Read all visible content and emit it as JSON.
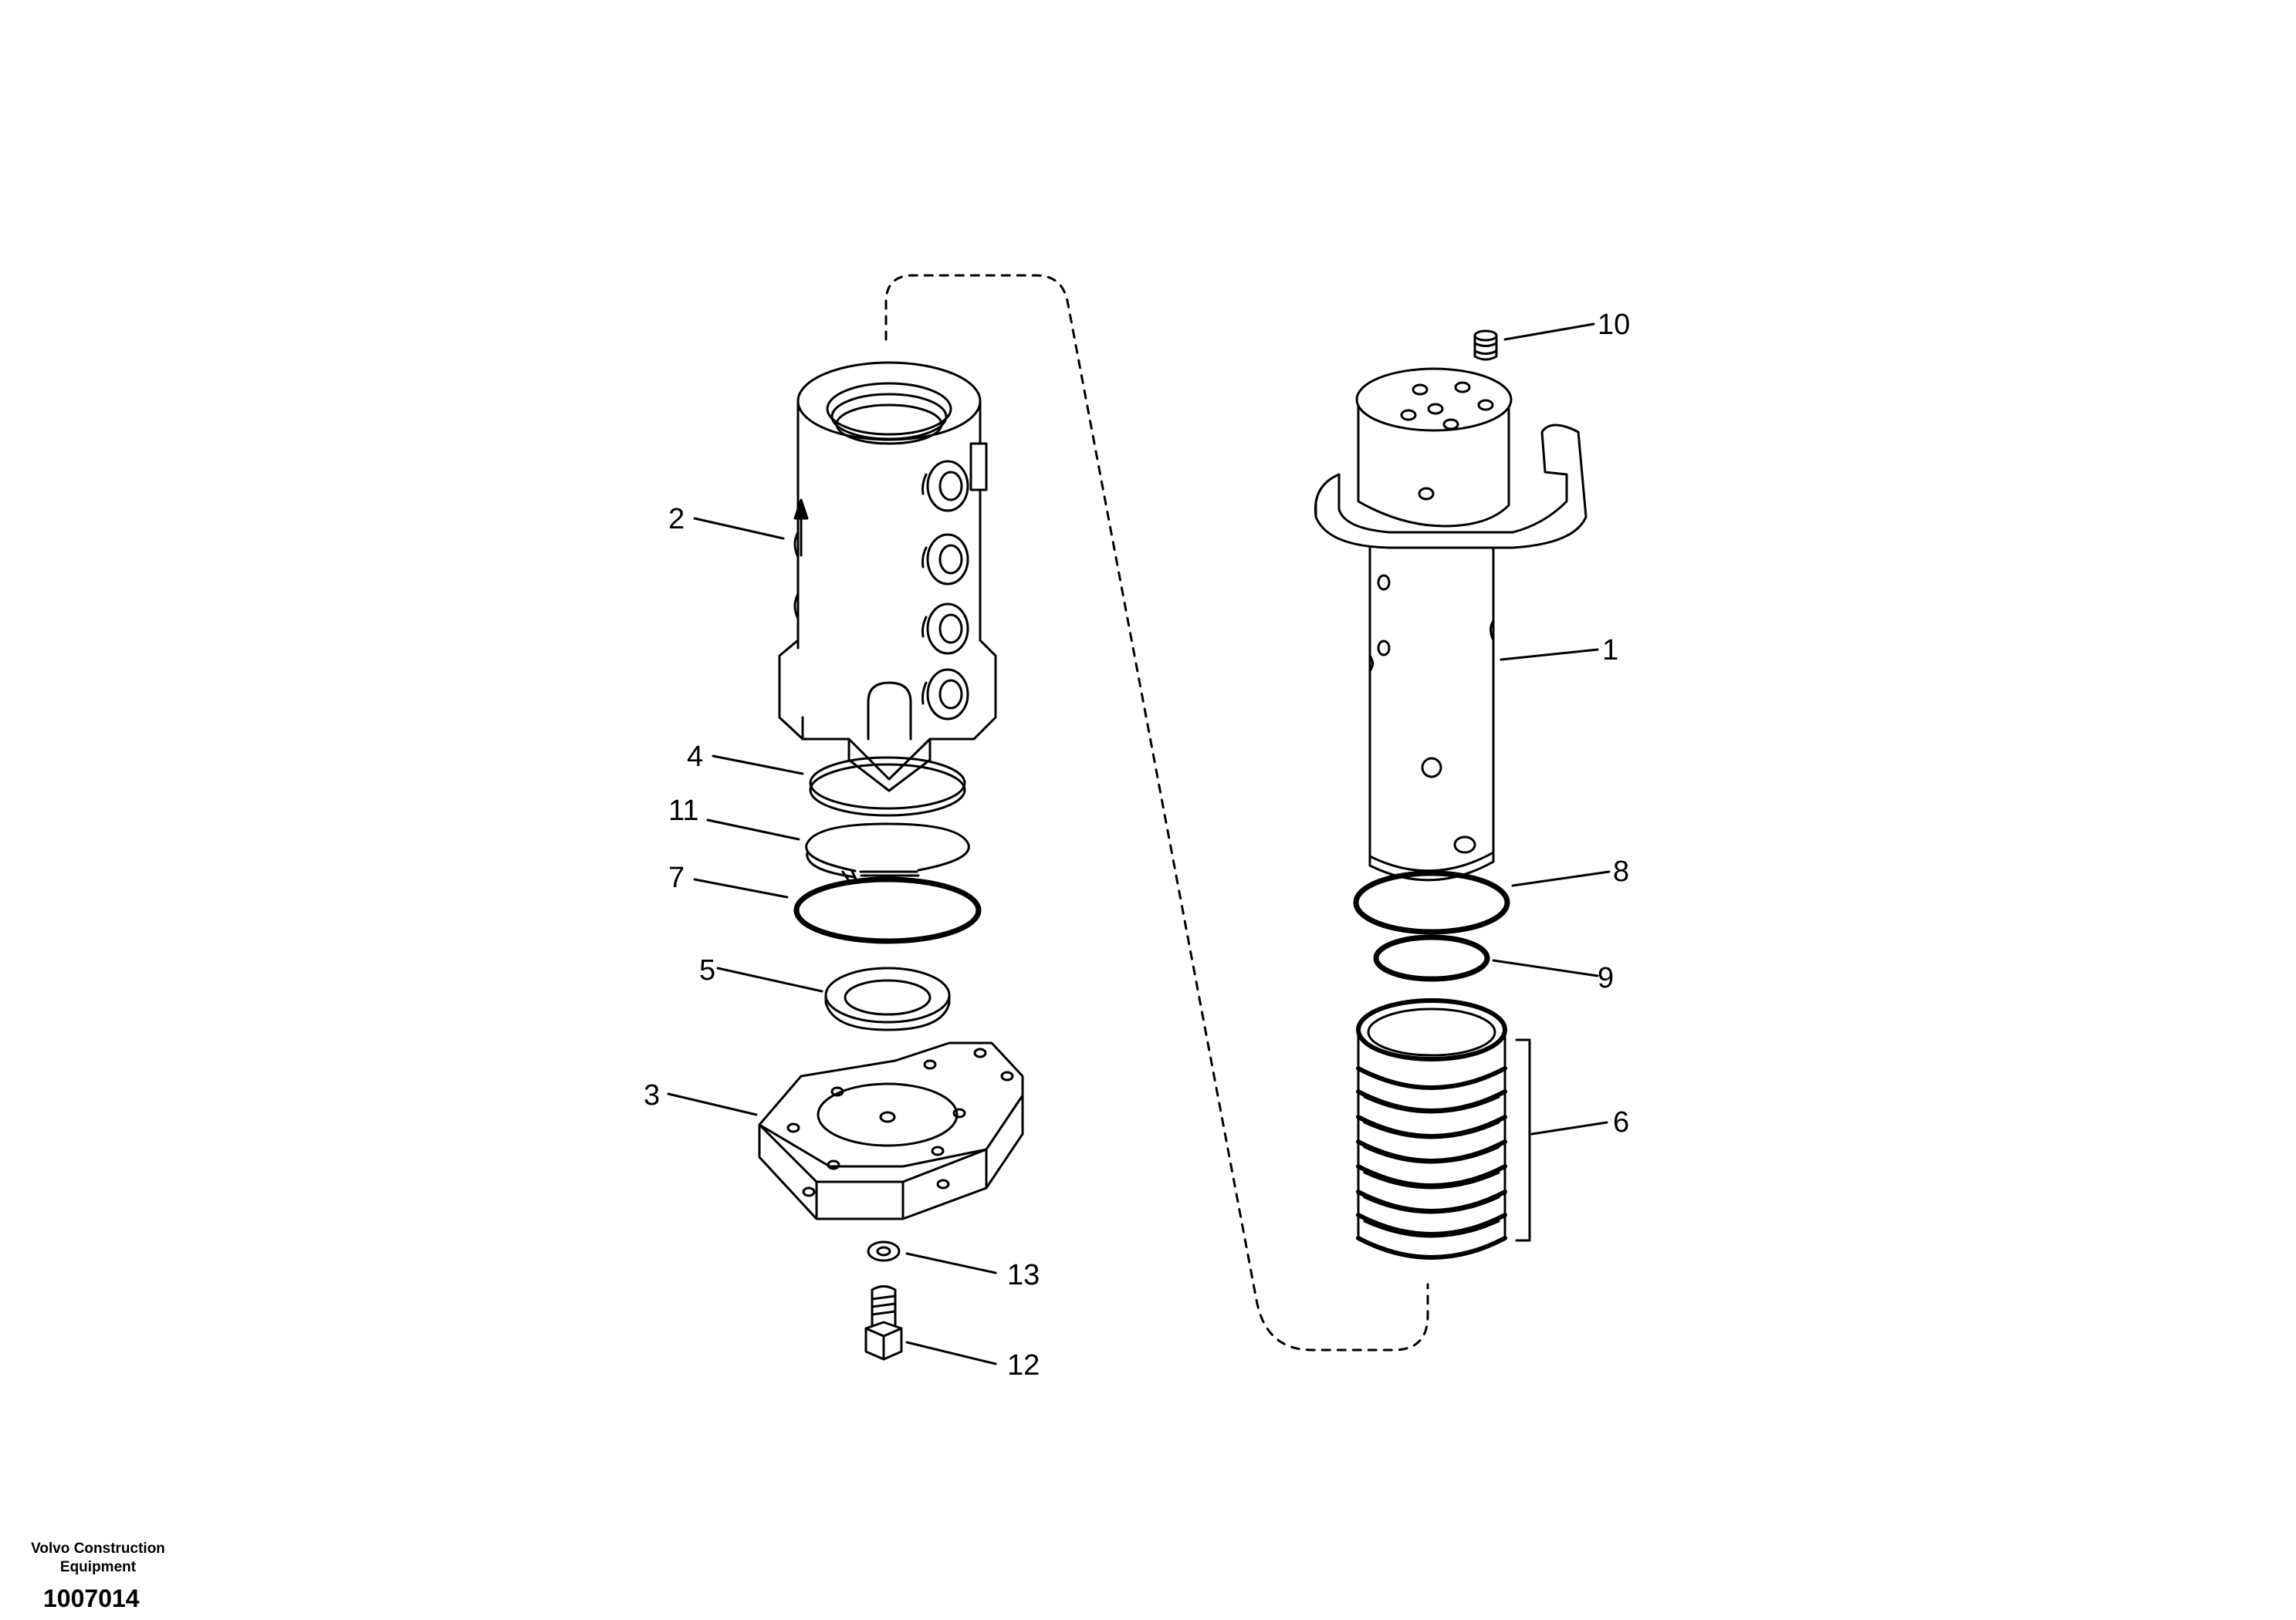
{
  "diagram": {
    "parts": [
      {
        "num": "1"
      },
      {
        "num": "2"
      },
      {
        "num": "3"
      },
      {
        "num": "4"
      },
      {
        "num": "5"
      },
      {
        "num": "6"
      },
      {
        "num": "7"
      },
      {
        "num": "8"
      },
      {
        "num": "9"
      },
      {
        "num": "10"
      },
      {
        "num": "11"
      },
      {
        "num": "12"
      },
      {
        "num": "13"
      }
    ]
  },
  "footer": {
    "company_line1": "Volvo Construction",
    "company_line2": "Equipment",
    "doc_number": "1007014"
  },
  "colors": {
    "line": "#000000",
    "background": "#ffffff"
  }
}
